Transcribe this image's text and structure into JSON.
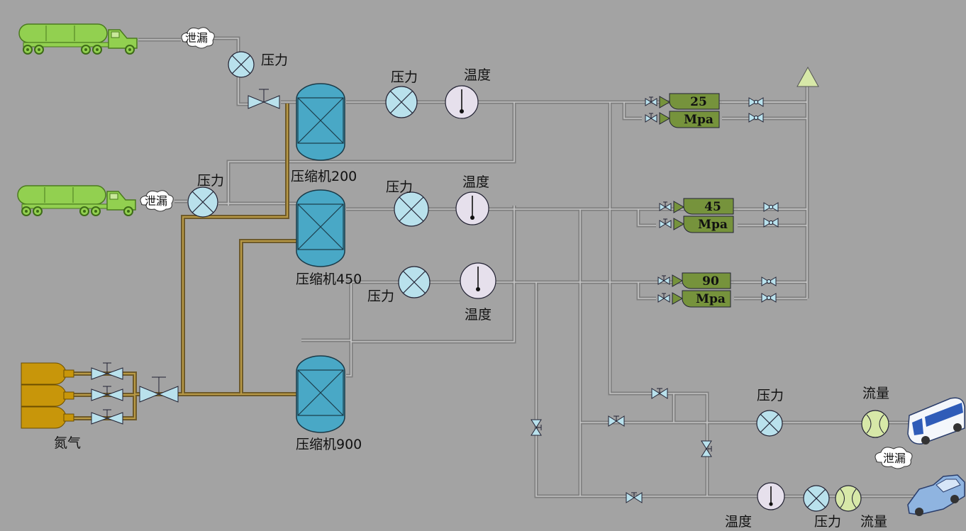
{
  "labels": {
    "pressure": "压力",
    "temperature": "温度",
    "flow": "流量",
    "leak": "泄漏",
    "nitrogen": "氮气",
    "compressor_200": "压缩机200",
    "compressor_450": "压缩机450",
    "compressor_900": "压缩机900"
  },
  "displays": {
    "d25": {
      "value": "25",
      "unit": "Mpa"
    },
    "d45": {
      "value": "45",
      "unit": "Mpa"
    },
    "d90": {
      "value": "90",
      "unit": "Mpa"
    }
  },
  "colors": {
    "background": "#a3a3a3",
    "pipe": "#7e7e7e",
    "nitrogen_pipe": "#b99a45",
    "compressor": "#49a8c6",
    "valve": "#b9e1ec",
    "tanker": "#92d050",
    "nitrogen_tank": "#c8960a",
    "display": "#76933c",
    "flow_meter": "#d7e8a8",
    "gauge": "#e6e0ec"
  }
}
